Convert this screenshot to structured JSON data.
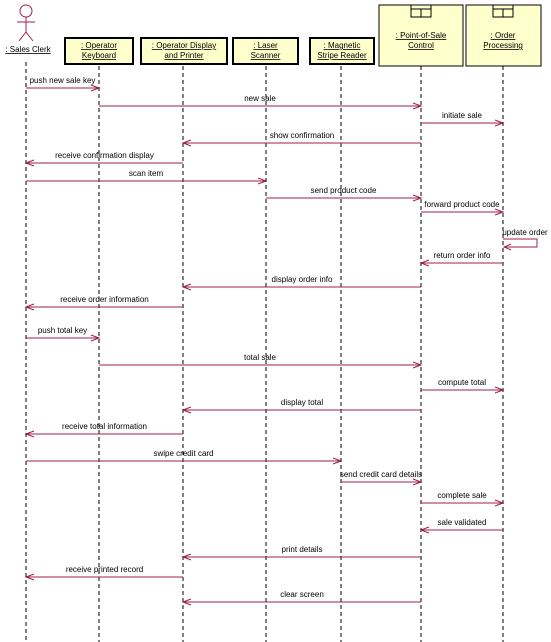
{
  "colors": {
    "message": "#a0204a",
    "box_fill": "#ffffcc",
    "actor": "#a0204a"
  },
  "actor": {
    "label": ": Sales Clerk"
  },
  "objects": [
    {
      "id": "keyboard",
      "lines": [
        ": Operator",
        "Keyboard"
      ],
      "kind": "object"
    },
    {
      "id": "display",
      "lines": [
        ": Operator Display",
        "and Printer"
      ],
      "kind": "object"
    },
    {
      "id": "scanner",
      "lines": [
        ": Laser",
        "Scanner"
      ],
      "kind": "object"
    },
    {
      "id": "stripe",
      "lines": [
        ": Magnetic",
        "Stripe Reader"
      ],
      "kind": "object"
    },
    {
      "id": "pos",
      "lines": [
        ": Point-of-Sale",
        "Control"
      ],
      "kind": "subsystem"
    },
    {
      "id": "order",
      "lines": [
        ": Order",
        "Processing"
      ],
      "kind": "subsystem"
    }
  ],
  "messages": [
    {
      "from": "clerk",
      "to": "keyboard",
      "label": "push new sale key"
    },
    {
      "from": "keyboard",
      "to": "pos",
      "label": "new sale"
    },
    {
      "from": "pos",
      "to": "order",
      "label": "initiate sale"
    },
    {
      "from": "pos",
      "to": "display",
      "label": "show confirmation"
    },
    {
      "from": "display",
      "to": "clerk",
      "label": "receive confirmation display"
    },
    {
      "from": "clerk",
      "to": "scanner",
      "label": "scan item"
    },
    {
      "from": "scanner",
      "to": "pos",
      "label": "send product code"
    },
    {
      "from": "pos",
      "to": "order",
      "label": "forward product code"
    },
    {
      "from": "order",
      "to": "order",
      "label": "update order"
    },
    {
      "from": "order",
      "to": "pos",
      "label": "return order info"
    },
    {
      "from": "pos",
      "to": "display",
      "label": "display order info"
    },
    {
      "from": "display",
      "to": "clerk",
      "label": "receive order information"
    },
    {
      "from": "clerk",
      "to": "keyboard",
      "label": "push total key"
    },
    {
      "from": "keyboard",
      "to": "pos",
      "label": "total sale"
    },
    {
      "from": "pos",
      "to": "order",
      "label": "compute total"
    },
    {
      "from": "pos",
      "to": "display",
      "label": "display total"
    },
    {
      "from": "display",
      "to": "clerk",
      "label": "receive total information"
    },
    {
      "from": "clerk",
      "to": "stripe",
      "label": "swipe credit card"
    },
    {
      "from": "stripe",
      "to": "pos",
      "label": "send credit card details"
    },
    {
      "from": "pos",
      "to": "order",
      "label": "complete sale"
    },
    {
      "from": "order",
      "to": "pos",
      "label": "sale validated"
    },
    {
      "from": "pos",
      "to": "display",
      "label": "print details"
    },
    {
      "from": "display",
      "to": "clerk",
      "label": "receive printed record"
    },
    {
      "from": "pos",
      "to": "display",
      "label": "clear screen"
    }
  ]
}
